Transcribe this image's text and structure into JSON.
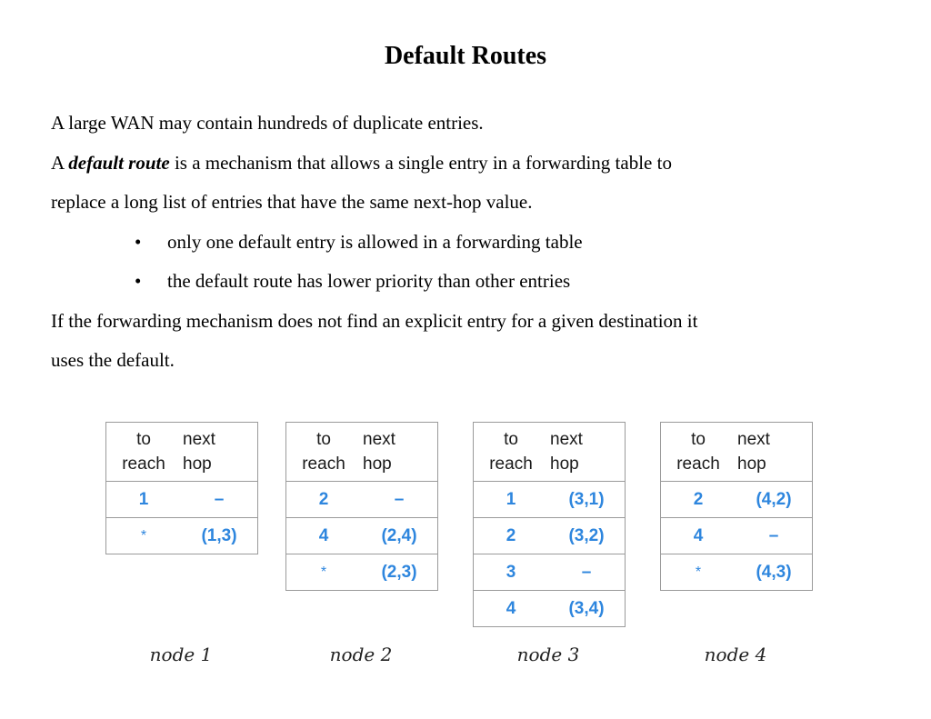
{
  "title": "Default Routes",
  "paragraph1": "A large WAN may contain hundreds of duplicate entries.",
  "paragraph2": {
    "prefix": "A ",
    "term": "default route",
    "suffix": " is a mechanism that allows a single entry in a forwarding table to",
    "line2": "replace a long list of entries that have the same next-hop value."
  },
  "bullets": [
    "only one default entry is allowed in a forwarding table",
    "the default route has lower priority than other entries"
  ],
  "paragraph3": {
    "line1": "If the forwarding mechanism does not find an explicit entry for a given destination it",
    "line2": "uses the default."
  },
  "table_header": {
    "col1_line1": "to",
    "col1_line2": "reach",
    "col2_line1": "next",
    "col2_line2": "hop"
  },
  "tables": [
    {
      "label": "node 1",
      "rows": [
        [
          "1",
          "–"
        ],
        [
          "*",
          "(1,3)"
        ]
      ]
    },
    {
      "label": "node 2",
      "rows": [
        [
          "2",
          "–"
        ],
        [
          "4",
          "(2,4)"
        ],
        [
          "*",
          "(2,3)"
        ]
      ]
    },
    {
      "label": "node 3",
      "rows": [
        [
          "1",
          "(3,1)"
        ],
        [
          "2",
          "(3,2)"
        ],
        [
          "3",
          "–"
        ],
        [
          "4",
          "(3,4)"
        ]
      ]
    },
    {
      "label": "node 4",
      "rows": [
        [
          "2",
          "(4,2)"
        ],
        [
          "4",
          "–"
        ],
        [
          "*",
          "(4,3)"
        ]
      ]
    }
  ],
  "colors": {
    "table_value": "#2e86de",
    "border": "#9a9a9a"
  }
}
